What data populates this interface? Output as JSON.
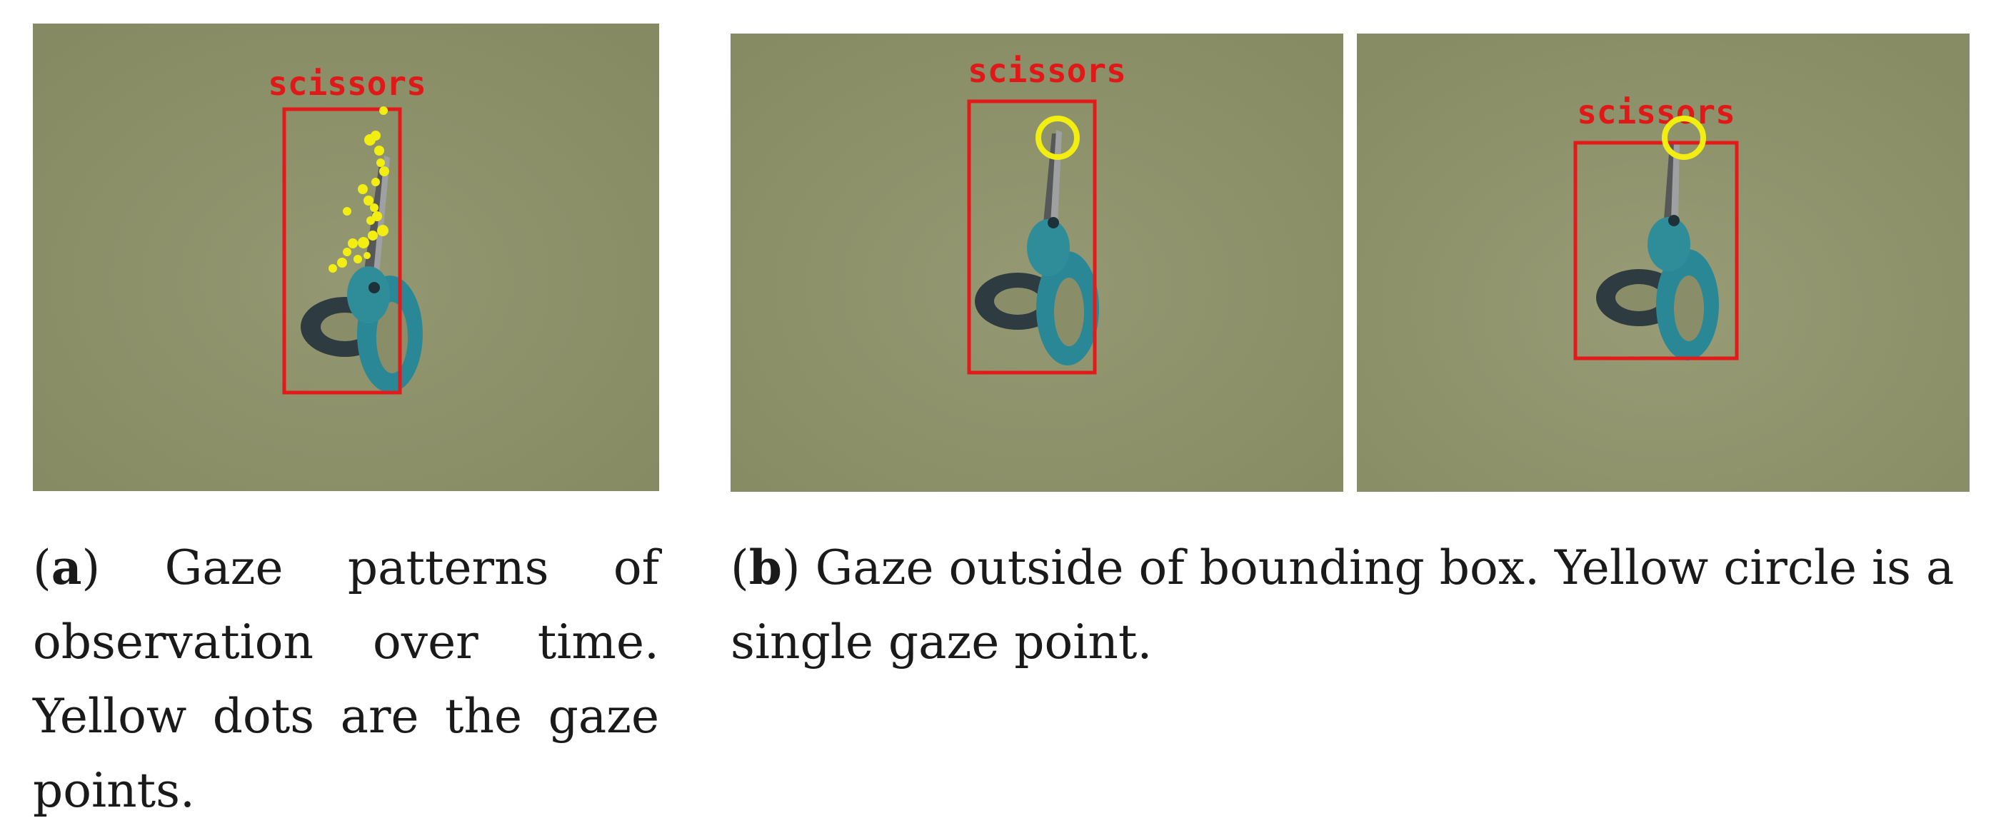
{
  "panels": [
    {
      "label": "scissors"
    },
    {
      "label": "scissors"
    },
    {
      "label": "scissors"
    }
  ],
  "captions": {
    "a": {
      "letter": "a",
      "text": " Gaze patterns of observation over time.  Yellow dots are the gaze points."
    },
    "b": {
      "letter": "b",
      "text": " Gaze outside of bounding box.  Yellow circle is a single gaze point."
    }
  },
  "colors": {
    "background": "#8c9068",
    "box": "#e31a1a",
    "label": "#e01818",
    "gaze": "#f2ee12"
  }
}
